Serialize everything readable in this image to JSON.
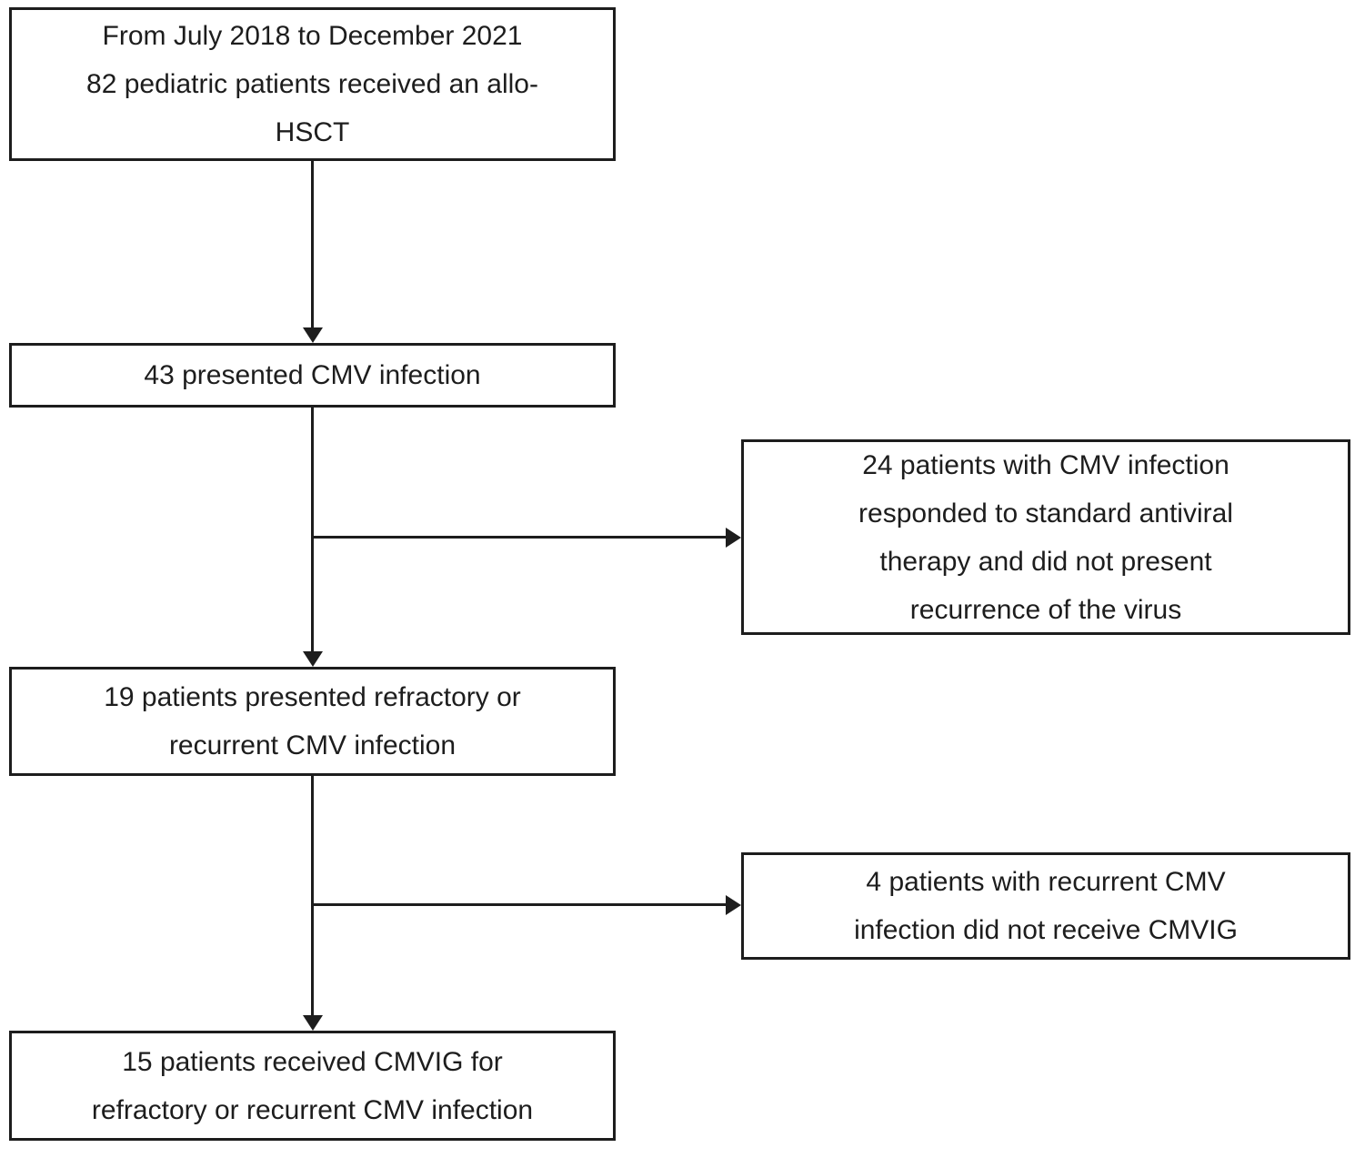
{
  "diagram": {
    "type": "patient-flow-chart",
    "colors": {
      "page_background": "#ffffff",
      "box_background": "#ffffff",
      "box_border": "#1d1d1d",
      "text": "#1d1d1d",
      "connector": "#1d1d1d"
    }
  },
  "boxes": [
    {
      "id": "allo-hsct-cohort",
      "count": 82,
      "lines": [
        "From July 2018 to December 2021",
        "82 pediatric patients received an allo-",
        "HSCT"
      ]
    },
    {
      "id": "cmv-infection",
      "count": 43,
      "lines": [
        "43 presented CMV infection"
      ]
    },
    {
      "id": "responded-standard-therapy",
      "count": 24,
      "lines": [
        "24 patients with CMV infection",
        "responded to standard antiviral",
        "therapy and did not present",
        "recurrence of the virus"
      ]
    },
    {
      "id": "refractory-or-recurrent",
      "count": 19,
      "lines": [
        "19 patients presented refractory or",
        "recurrent CMV infection"
      ]
    },
    {
      "id": "did-not-receive-cmvig",
      "count": 4,
      "lines": [
        "4 patients with recurrent CMV",
        "infection did not receive CMVIG"
      ]
    },
    {
      "id": "received-cmvig",
      "count": 15,
      "lines": [
        "15 patients received CMVIG for",
        "refractory or recurrent CMV infection"
      ]
    }
  ]
}
